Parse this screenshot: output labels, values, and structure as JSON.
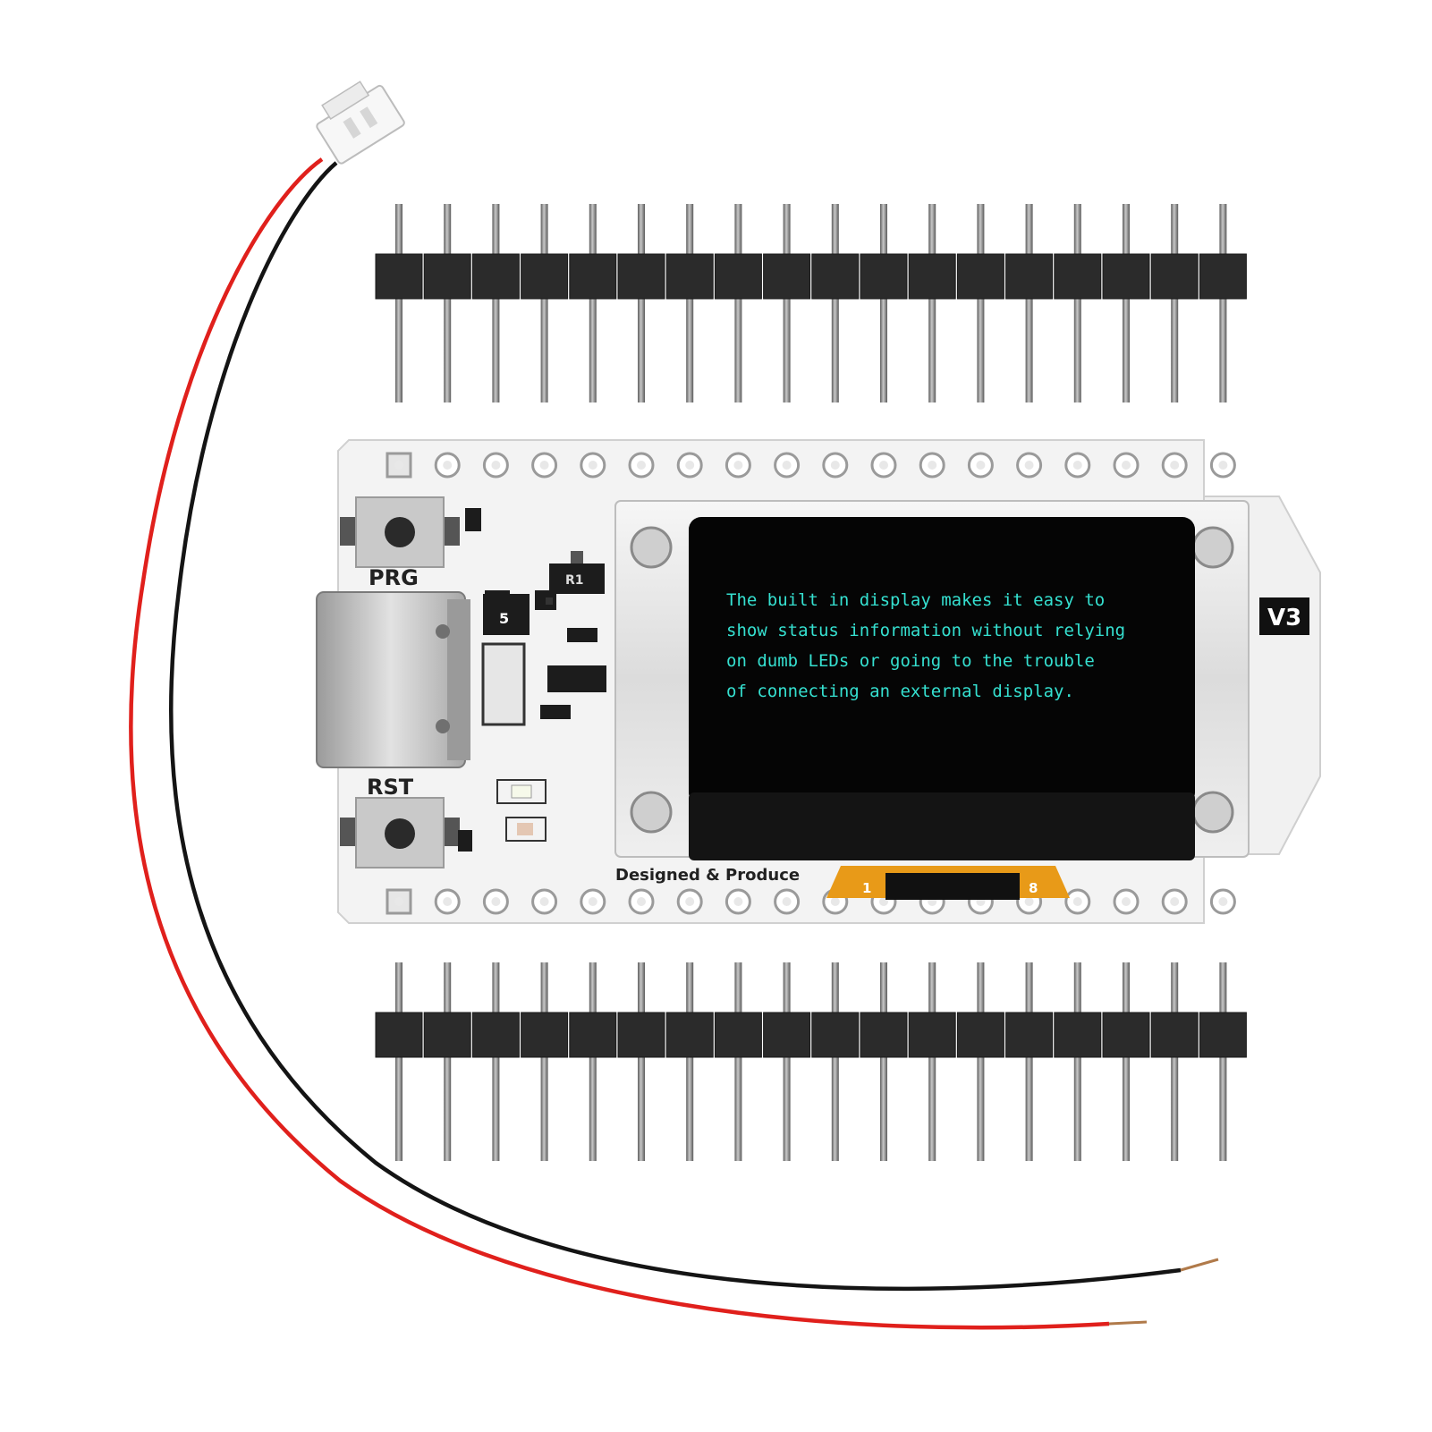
{
  "board": {
    "prg_label": "PRG",
    "rst_label": "RST",
    "version_label": "V3",
    "designer_text": "Designed & Produce",
    "r1_label": "R1",
    "ic_label": "5",
    "fpc_pin_first": "1",
    "fpc_pin_last": "8"
  },
  "display": {
    "lines": [
      "The built in display makes it easy to",
      "show status information without relying",
      "on dumb LEDs or going to the trouble",
      "of connecting an external display."
    ]
  },
  "colors": {
    "pcb": "#f3f3f3",
    "header_plastic": "#2b2b2b",
    "pin_metal": "#8a8a8a",
    "oled_text": "#35e0d0",
    "wire_red": "#e0201c",
    "wire_black": "#141414",
    "fpc_amber": "#e89a18"
  },
  "header_pins": {
    "top_row": 18,
    "bottom_row": 18
  }
}
